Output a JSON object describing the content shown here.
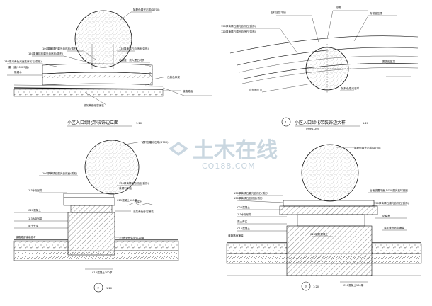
{
  "top_left": {
    "labels": [
      "猪肝色磨光石球(D700)",
      "100厚黄锈石磨光自然石(弧形)",
      "150厚黄锈石磨光自然石(弧形)",
      "130厚米黄色光面芝麻灰石(弧形)",
      "磨一道(100X5面)",
      "防腐木",
      "130厚黄锈石自然面(弧形)",
      "道路路面",
      "浅灰黄色砂岩铺装",
      "石基座：亮大理石材质",
      "浅黄色砂浆"
    ],
    "title": "小区入口绿化带装饰边立面",
    "scale": "1:20"
  },
  "top_right": {
    "labels": [
      "石材压顶平铺",
      "150厚黄锈石磨光自然石(弧形)",
      "120厚黄锈石磨光自然石(弧形)",
      "钢筋",
      "有坡度压顶",
      "自然面压顶",
      "猪肝色磨光石球",
      "圆弧形压顶"
    ],
    "circle_num": "1",
    "title": "小区入口绿化带装饰边大样",
    "scale": "1:20",
    "sub": "(比例1:20)"
  },
  "bottom_left": {
    "labels": [
      "猪肝色磨光石球(D700)",
      "100厚黄锈石磨光自然面(弧形)",
      "130厚黄锈石自然面(弧形)",
      "黄锈石平面",
      "1:3水泥砂浆",
      "C20混凝土",
      "1:3水泥砂浆",
      "原土夯实",
      "浅灰黄色砂岩铺装",
      "C15混凝土100厚",
      "压实土",
      "1:3水泥砂浆垫层20厚",
      "道路路面铺装参考",
      "C10混凝土100厚"
    ],
    "circle_num": "2",
    "scale": "1:20"
  },
  "bottom_right": {
    "labels": [
      "猪肝色磨光石球(D700)",
      "130厚黄锈石磨光自然石(弧形)",
      "130厚黄锈石自然面(弧形)",
      "台面放置平面,D700磨光石球底座",
      "150厚黄锈石磨光自然石(弧形)",
      "防腐木",
      "C20混凝土",
      "1:3水泥砂浆",
      "原土夯实",
      "道路路面铺装",
      "C15混凝土",
      "浅灰黄色砂岩铺装",
      "C20钢筋混凝土",
      "C10混凝土100厚"
    ],
    "circle_num": "3",
    "scale": "1:20"
  },
  "watermark": {
    "text": "土木在线",
    "url": "CO188.COM"
  }
}
